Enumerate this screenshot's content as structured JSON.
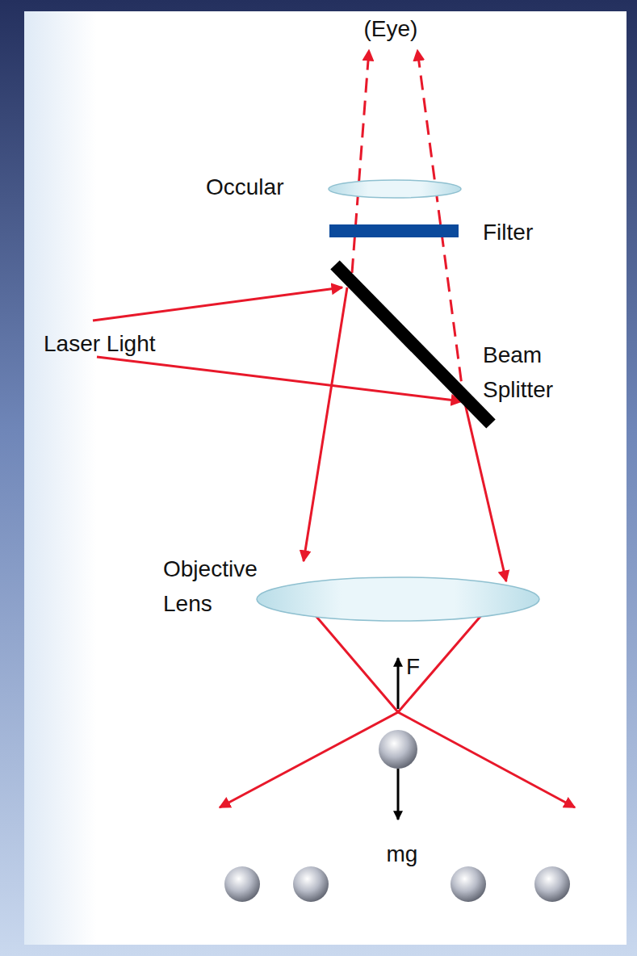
{
  "diagram": {
    "labels": [
      "(Eye)",
      "Occular",
      "Filter",
      "Laser Light",
      "Beam Splitter",
      "Objective Lens",
      "F",
      "mg"
    ]
  }
}
